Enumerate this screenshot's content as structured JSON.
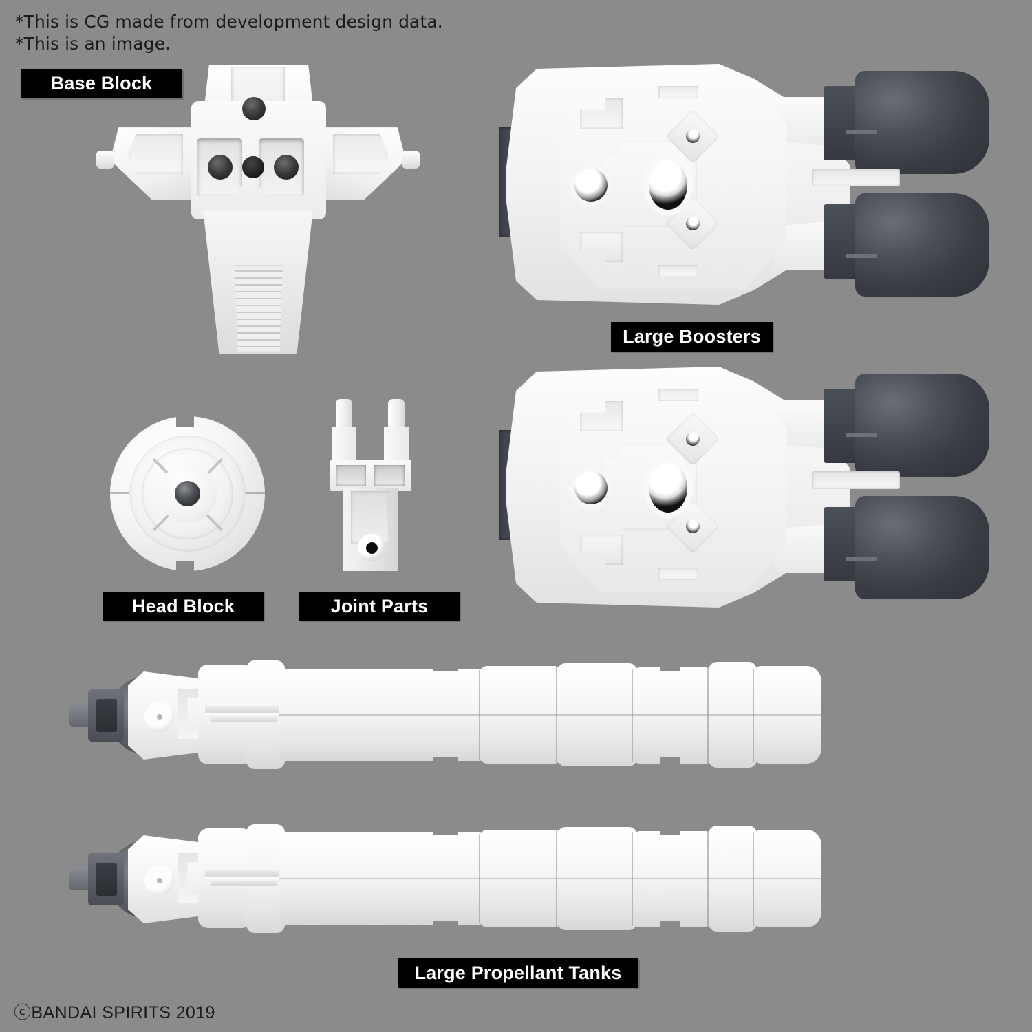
{
  "meta": {
    "background_color": "#8b8b8b",
    "label_bg_color": "#000000",
    "label_text_color": "#ffffff",
    "part_white": "#f4f4f4",
    "nozzle_dark": "#3f424a"
  },
  "notes": {
    "line1": "*This is CG made from development design data.",
    "line2": "*This is an image."
  },
  "copyright": "ⓒBANDAI SPIRITS 2019",
  "parts": [
    {
      "id": "base-block",
      "label": "Base Block"
    },
    {
      "id": "large-boosters",
      "label": "Large Boosters"
    },
    {
      "id": "head-block",
      "label": "Head Block"
    },
    {
      "id": "joint-parts",
      "label": "Joint Parts"
    },
    {
      "id": "large-propellant-tanks",
      "label": "Large Propellant Tanks"
    }
  ],
  "labels": {
    "base_block": "Base Block",
    "large_boosters": "Large Boosters",
    "head_block": "Head Block",
    "joint_parts": "Joint Parts",
    "large_propellant_tanks": "Large Propellant Tanks"
  }
}
